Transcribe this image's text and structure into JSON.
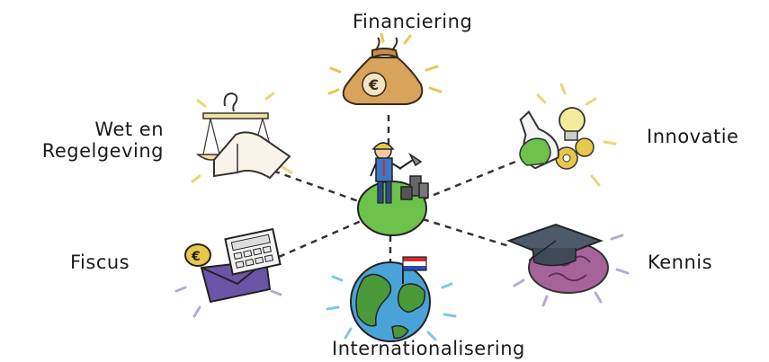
{
  "diagram": {
    "center": {
      "icon": "worker-on-globe-icon"
    },
    "nodes": [
      {
        "id": "financiering",
        "label": "Financiering",
        "icon": "money-bag-euro-icon"
      },
      {
        "id": "wet",
        "label_line1": "Wet en",
        "label_line2": "Regelgeving",
        "icon": "scales-and-book-icon"
      },
      {
        "id": "innovatie",
        "label": "Innovatie",
        "icon": "flask-lightbulb-gears-icon"
      },
      {
        "id": "fiscus",
        "label": "Fiscus",
        "icon": "calculator-envelope-coin-icon"
      },
      {
        "id": "kennis",
        "label": "Kennis",
        "icon": "brain-graduation-cap-icon"
      },
      {
        "id": "internationalisering",
        "label": "Internationalisering",
        "icon": "globe-dutch-flag-icon"
      }
    ]
  },
  "colors": {
    "green": "#6cc24a",
    "bag": "#d8a35a",
    "brain": "#a6639a",
    "cap": "#4c5a6a",
    "envelope": "#6a55a6",
    "globe_water": "#4aa3d8"
  }
}
